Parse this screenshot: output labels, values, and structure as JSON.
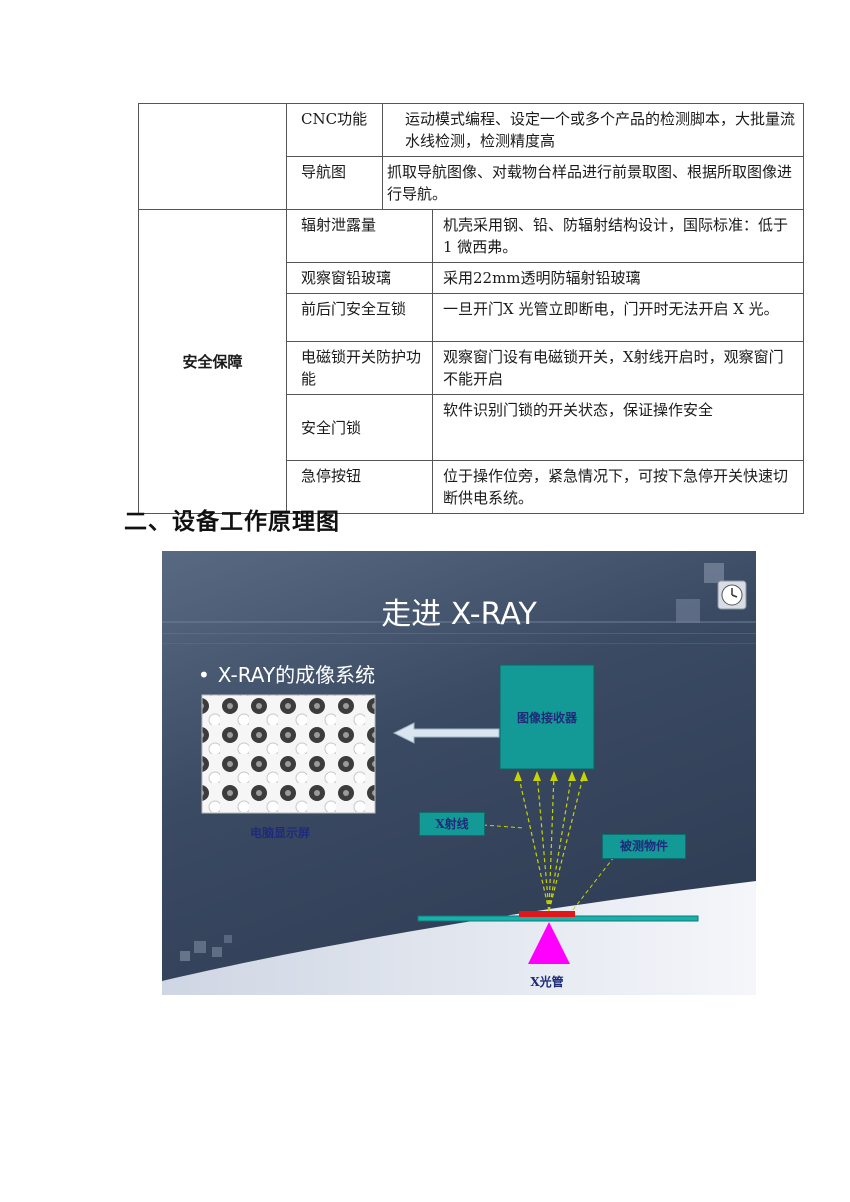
{
  "table": {
    "rows": [
      {
        "feature": "CNC功能",
        "desc": "运动模式编程、设定一个或多个产品的检测脚本，大批量流水线检测，检测精度高"
      },
      {
        "feature": "导航图",
        "desc": "抓取导航图像、对载物台样品进行前景取图、根据所取图像进行导航。"
      },
      {
        "feature": "辐射泄露量",
        "desc": "机壳采用钢、铅、防辐射结构设计，国际标准：低于 1 微西弗。"
      },
      {
        "feature": "观察窗铅玻璃",
        "desc": "采用22mm透明防辐射铅玻璃"
      },
      {
        "feature": "前后门安全互锁",
        "desc": "一旦开门X 光管立即断电，门开时无法开启 X 光。"
      },
      {
        "feature": "电磁锁开关防护功能",
        "desc": "观察窗门设有电磁锁开关，X射线开启时，观察窗门不能开启"
      },
      {
        "feature": "安全门锁",
        "desc": "软件识别门锁的开关状态，保证操作安全"
      },
      {
        "feature": "急停按钮",
        "desc": "位于操作位旁，紧急情况下，可按下急停开关快速切断供电系统。"
      }
    ],
    "category_safety": "安全保障"
  },
  "section_heading": "二、设备工作原理图",
  "slide": {
    "title": "走进 X-RAY",
    "bullet": "X-RAY的成像系统",
    "screen_label": "电脑显示屏",
    "detector_label": "图像接收器",
    "xray_label": "X射线",
    "object_label": "被测物件",
    "tube_label": "X光管",
    "colors": {
      "background": "#3b4a63",
      "detector": "#139a96",
      "tube": "#ff00ff",
      "sample": "#e0181c",
      "rays": "#c8d400"
    },
    "icons": [
      "clock-icon",
      "left-arrow-icon"
    ]
  }
}
